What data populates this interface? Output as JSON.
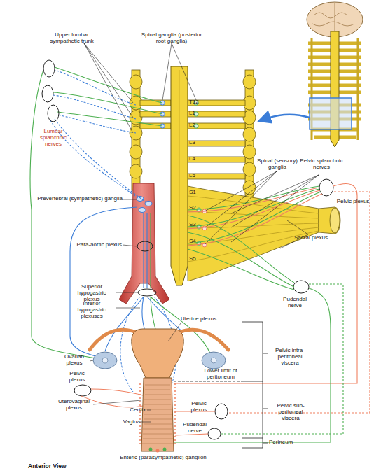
{
  "diagram": {
    "caption": "Anterior View",
    "labels": [
      "Upper lumbar sympathetic trunk",
      "Spinal ganglia (posterior root ganglia)",
      "T12",
      "L1",
      "L2",
      "L3",
      "L4",
      "L5",
      "S1",
      "S2",
      "S3",
      "S4",
      "S5",
      "Lumbar splanchnic nerves",
      "Spinal (sensory) ganglia",
      "Pelvic splanchnic nerves",
      "Pelvic plexus",
      "Sacral plexus",
      "Prevertebral (sympathetic) ganglia",
      "Para-aortic plexus",
      "Superior hypogastric plexus",
      "Inferior hypogastric plexuses",
      "Pudendal nerve",
      "Uterine plexus",
      "Ovarian plexus",
      "Pelvic plexus",
      "Uterovaginal plexus",
      "Pelvic intra-peritoneal viscera",
      "Lower limit of peritoneum",
      "Pelvic sub-peritoneal viscera",
      "Cervix",
      "Vagina",
      "Pelvic plexus",
      "Pudendal nerve",
      "Perineum",
      "Enteric (parasympathetic) ganglion"
    ]
  }
}
